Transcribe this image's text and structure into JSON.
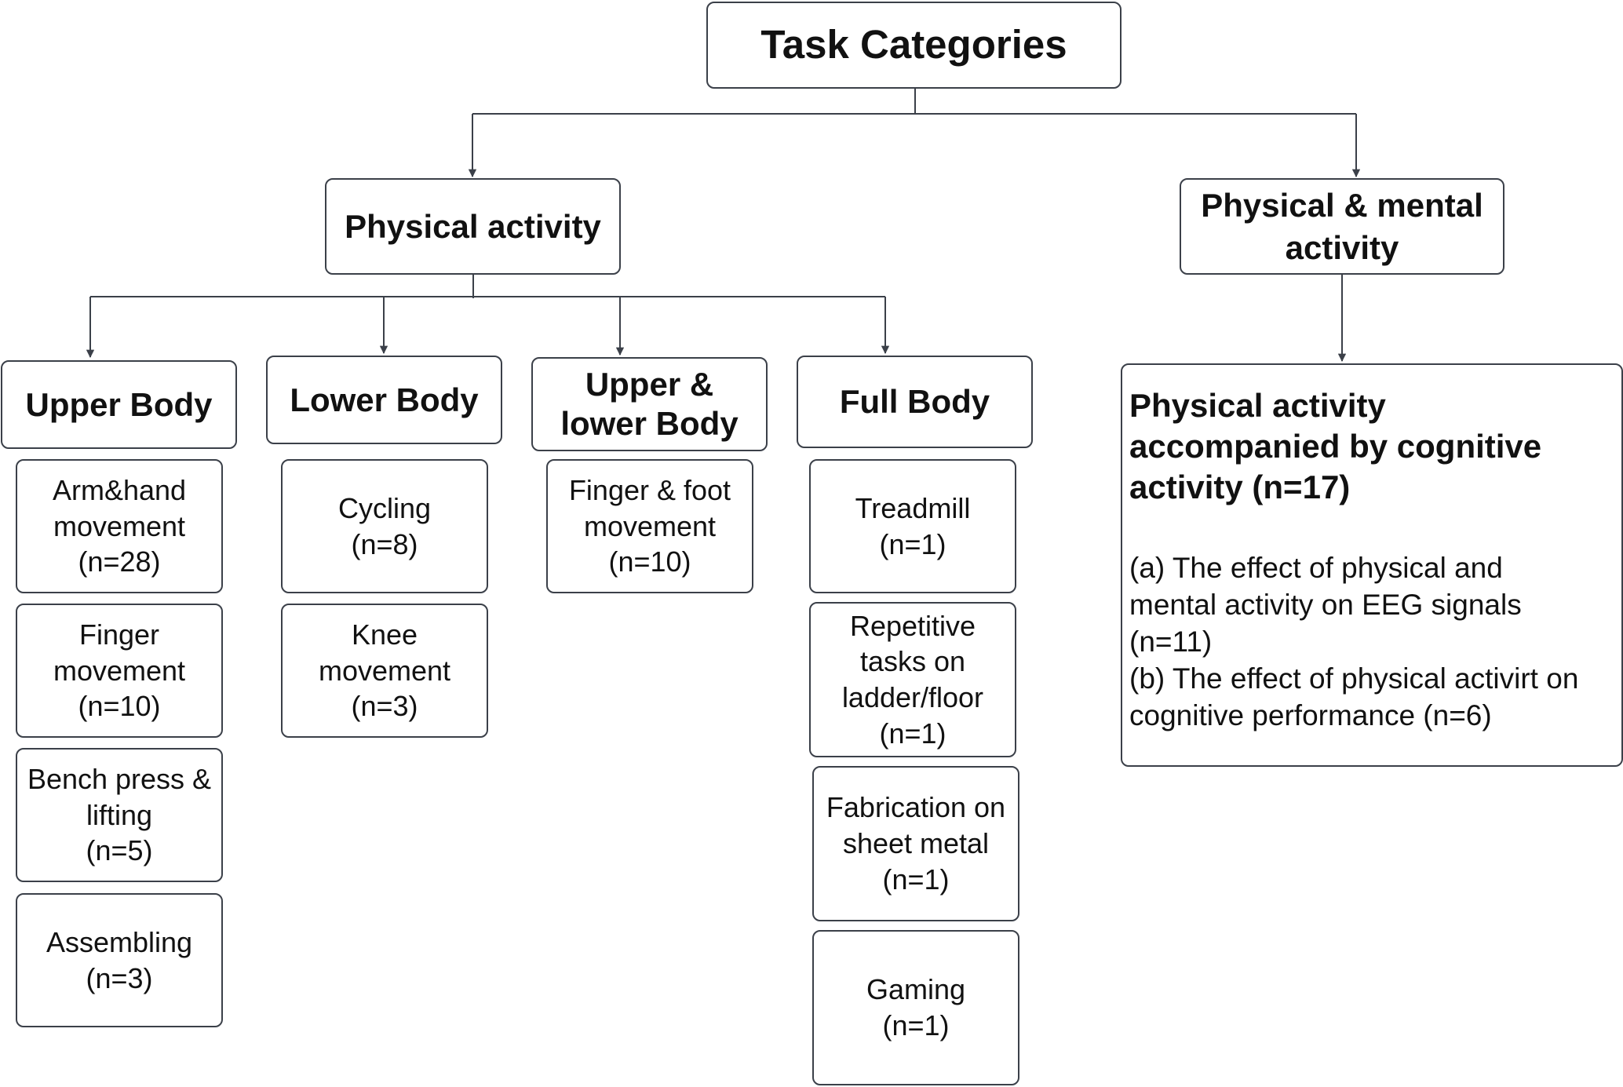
{
  "diagram": {
    "root": {
      "label": "Task Categories"
    },
    "physical": {
      "label": "Physical activity"
    },
    "physical_mental": {
      "lines": [
        "Physical & mental",
        "activity"
      ]
    },
    "upper_body": {
      "label": "Upper Body",
      "items": [
        {
          "lines": [
            "Arm&hand",
            "movement",
            "(n=28)"
          ]
        },
        {
          "lines": [
            "Finger",
            "movement",
            "(n=10)"
          ]
        },
        {
          "lines": [
            "Bench press &",
            "lifting",
            "(n=5)"
          ]
        },
        {
          "lines": [
            "Assembling",
            "(n=3)"
          ]
        }
      ]
    },
    "lower_body": {
      "label": "Lower Body",
      "items": [
        {
          "lines": [
            "Cycling",
            "(n=8)"
          ]
        },
        {
          "lines": [
            "Knee",
            "movement",
            "(n=3)"
          ]
        }
      ]
    },
    "upper_lower_body": {
      "lines": [
        "Upper &",
        "lower Body"
      ],
      "items": [
        {
          "lines": [
            "Finger & foot",
            "movement",
            "(n=10)"
          ]
        }
      ]
    },
    "full_body": {
      "label": "Full Body",
      "items": [
        {
          "lines": [
            "Treadmill",
            "(n=1)"
          ]
        },
        {
          "lines": [
            "Repetitive",
            "tasks on",
            "ladder/floor",
            "(n=1)"
          ]
        },
        {
          "lines": [
            "Fabrication on",
            "sheet metal",
            "(n=1)"
          ]
        },
        {
          "lines": [
            "Gaming",
            "(n=1)"
          ]
        }
      ]
    },
    "cognitive": {
      "heading_lines": [
        "Physical activity",
        "accompanied by cognitive",
        "activity  (n=17)"
      ],
      "detail_lines": [
        "(a) The effect of physical and",
        "mental activity on EEG signals",
        "(n=11)",
        "(b) The effect of physical activirt on",
        "cognitive performance (n=6)"
      ]
    },
    "colors": {
      "border": "#3b4049",
      "connector": "#3b4049",
      "text": "#111111"
    }
  }
}
